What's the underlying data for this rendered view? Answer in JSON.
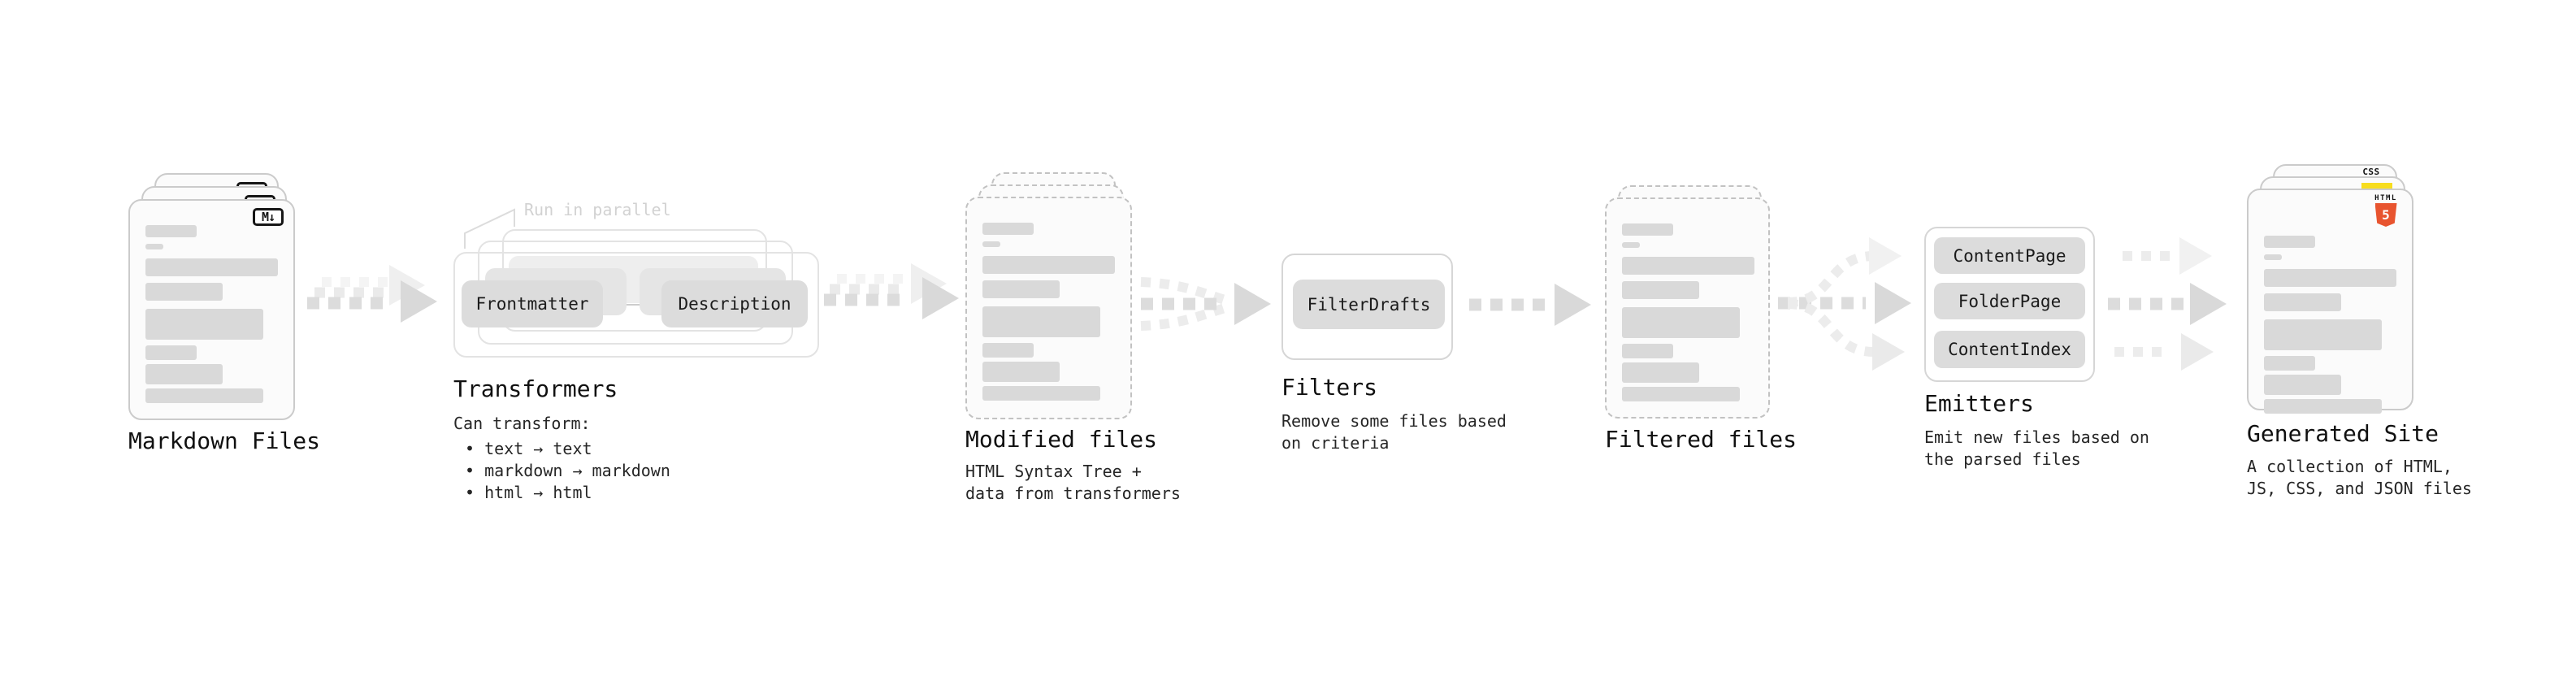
{
  "colors": {
    "html5_orange": "#e8542f",
    "js_yellow": "#f7dd1e",
    "css_blue": "#2f6df6",
    "bar_gray": "#d9d9d9",
    "pill_gray": "#dcdcdc",
    "note_gray": "#d2d2d2"
  },
  "stages": {
    "markdown_files": {
      "label": "Markdown Files",
      "badge": "M↓"
    },
    "transformers": {
      "label": "Transformers",
      "note": "Run in parallel",
      "pills": [
        "Frontmatter",
        "Description"
      ],
      "desc_title": "Can transform:",
      "bullets": [
        "• text → text",
        "• markdown → markdown",
        "• html → html"
      ]
    },
    "modified_files": {
      "label": "Modified files",
      "desc_lines": [
        "HTML Syntax Tree +",
        "data from transformers"
      ]
    },
    "filters": {
      "label": "Filters",
      "pills": [
        "FilterDrafts"
      ],
      "desc_lines": [
        "Remove some files based",
        "on criteria"
      ]
    },
    "filtered_files": {
      "label": "Filtered files"
    },
    "emitters": {
      "label": "Emitters",
      "pills": [
        "ContentPage",
        "FolderPage",
        "ContentIndex"
      ],
      "desc_lines": [
        "Emit new files based on",
        "the parsed files"
      ]
    },
    "generated_site": {
      "label": "Generated Site",
      "badge_css": "CSS",
      "badge_html_word": "HTML",
      "badge_html_number": "5",
      "desc_lines": [
        "A collection of HTML,",
        "JS, CSS, and JSON files"
      ]
    }
  }
}
